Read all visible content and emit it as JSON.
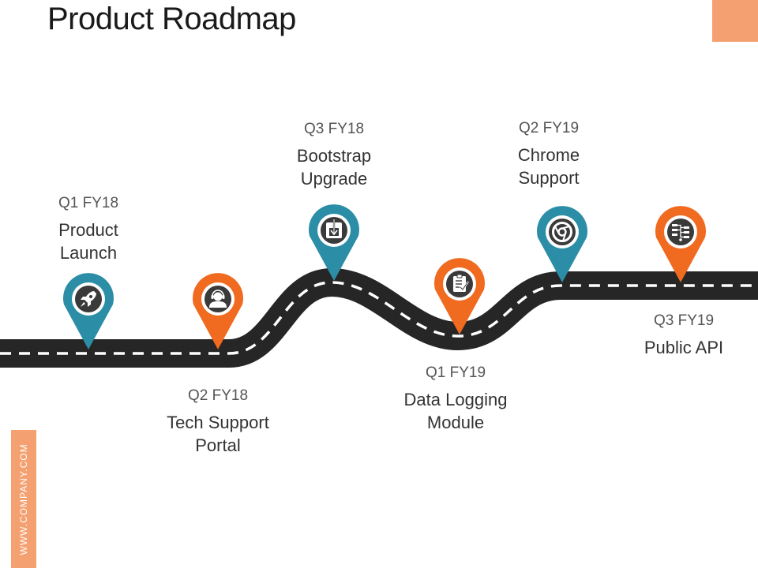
{
  "header": {
    "title": "Product Roadmap"
  },
  "footer": {
    "side_text": "WWW.COMPANY.COM"
  },
  "colors": {
    "accent": "#f4a071",
    "teal": "#2b8ea6",
    "orange": "#f06a1f",
    "road": "#262626"
  },
  "milestones": [
    {
      "quarter": "Q1 FY18",
      "name_lines": [
        "Product",
        "Launch"
      ],
      "icon": "rocket-icon",
      "color": "teal"
    },
    {
      "quarter": "Q2 FY18",
      "name_lines": [
        "Tech Support",
        "Portal"
      ],
      "icon": "support-agent-icon",
      "color": "orange"
    },
    {
      "quarter": "Q3 FY18",
      "name_lines": [
        "Bootstrap",
        "Upgrade"
      ],
      "icon": "download-box-icon",
      "color": "teal"
    },
    {
      "quarter": "Q1 FY19",
      "name_lines": [
        "Data Logging",
        "Module"
      ],
      "icon": "clipboard-check-icon",
      "color": "orange"
    },
    {
      "quarter": "Q2 FY19",
      "name_lines": [
        "Chrome",
        "Support"
      ],
      "icon": "chrome-icon",
      "color": "teal"
    },
    {
      "quarter": "Q3 FY19",
      "name_lines": [
        "Public API"
      ],
      "icon": "api-flow-icon",
      "color": "orange"
    }
  ]
}
